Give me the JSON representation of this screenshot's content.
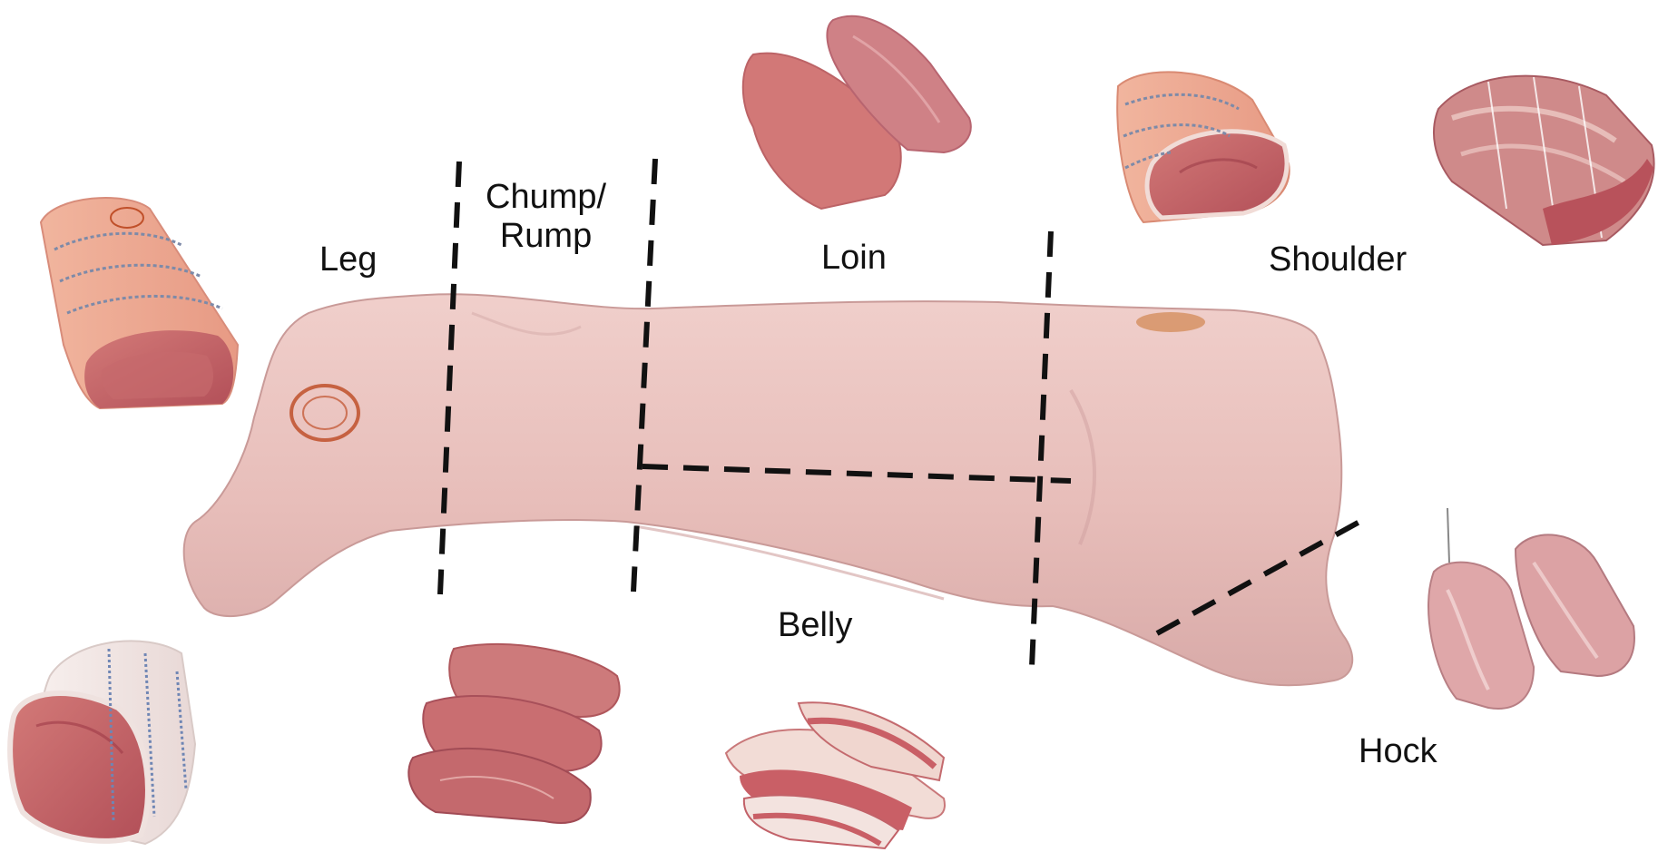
{
  "labels": {
    "leg": "Leg",
    "chump_line1": "Chump/",
    "chump_line2": "Rump",
    "loin": "Loin",
    "shoulder": "Shoulder",
    "belly": "Belly",
    "hock": "Hock"
  },
  "colors": {
    "carcass_skin": "#e9c3c0",
    "carcass_shadow": "#d9a9a8",
    "lean_meat": "#c9626a",
    "raw_pink": "#e6a08f",
    "fat": "#f3e6e2",
    "stamp_ink": "#c0502a",
    "divider": "#111111"
  },
  "icons": [
    "leg-joint-image",
    "leg-roast-image",
    "tenderloin-image",
    "rump-steaks-image",
    "belly-strips-image",
    "shoulder-joint-image",
    "shoulder-roast-image",
    "hock-pieces-image",
    "pig-carcass-image"
  ]
}
